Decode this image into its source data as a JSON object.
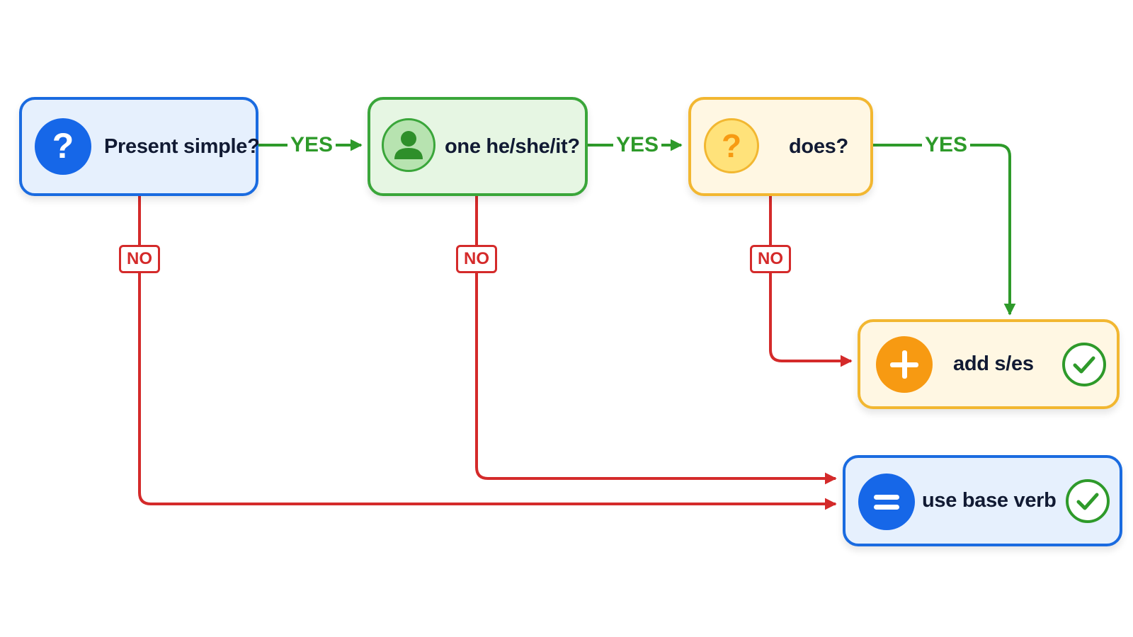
{
  "nodes": {
    "present_simple": {
      "label": "Present simple?",
      "icon": "question-icon"
    },
    "one_he_she_it": {
      "label": "one he/she/it?",
      "icon": "person-icon"
    },
    "does": {
      "label": "does?",
      "icon": "question-icon"
    },
    "add_s_es": {
      "label": "add s/es",
      "icon": "plus-icon",
      "status_icon": "check-icon"
    },
    "use_base_verb": {
      "label": "use base verb",
      "icon": "equals-icon",
      "status_icon": "check-icon"
    }
  },
  "edge_labels": {
    "yes": "YES",
    "no": "NO"
  },
  "colors": {
    "blue_border": "#1a6be0",
    "blue_fill": "#e6f0fd",
    "blue_badge": "#1667e8",
    "green_border": "#3aa63a",
    "green_fill": "#e6f6e3",
    "green_badge": "#b7e3b0",
    "yellow_border": "#f2b731",
    "yellow_fill": "#fff7e3",
    "yellow_badge": "#ffe27a",
    "orange_badge": "#f79a12",
    "yes_line": "#2e9a2a",
    "no_line": "#d42a2a"
  }
}
